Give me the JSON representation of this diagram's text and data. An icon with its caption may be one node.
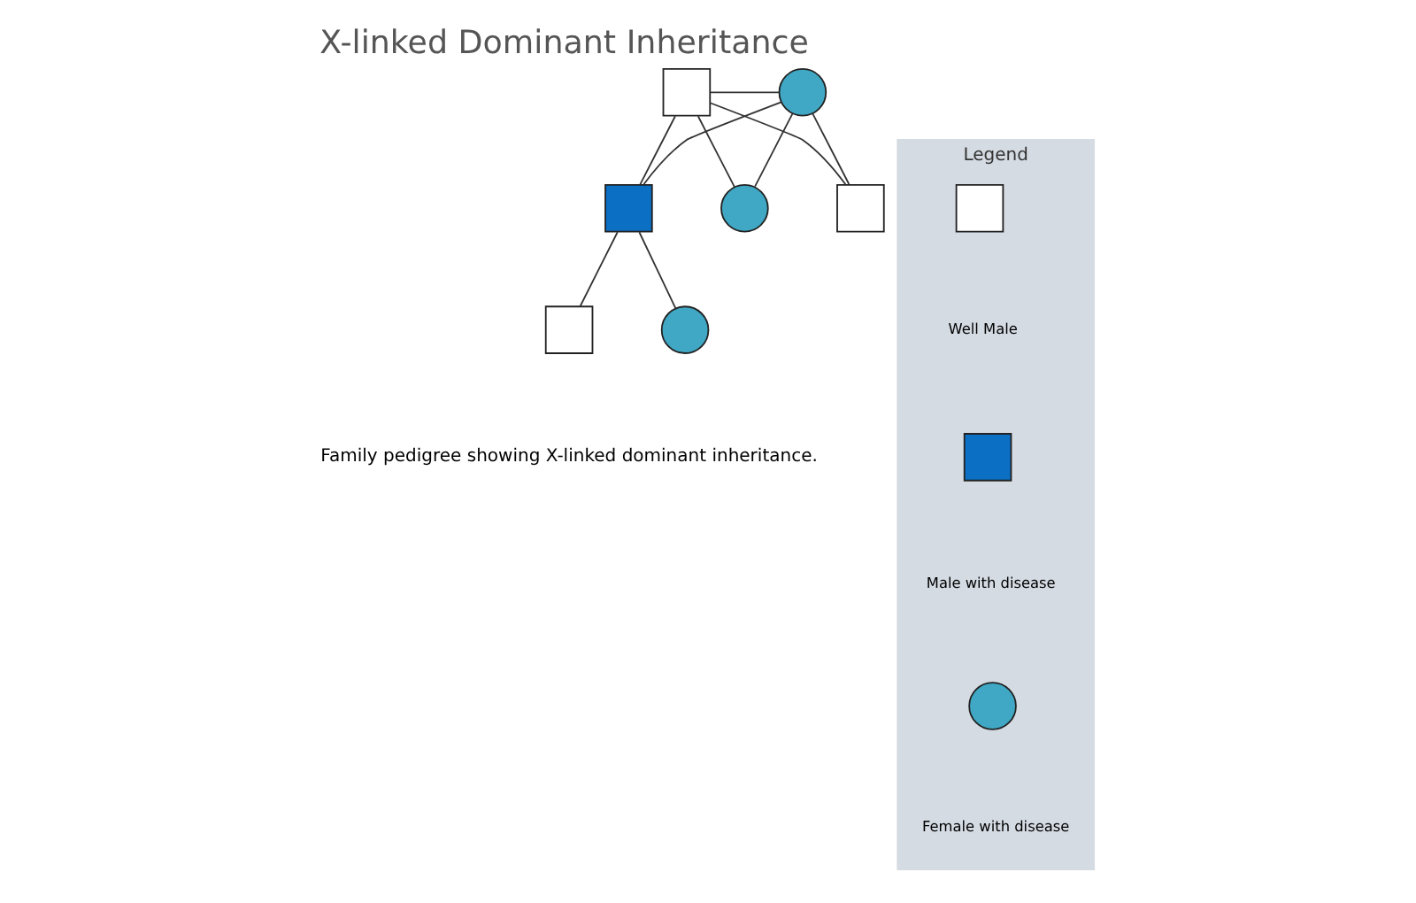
{
  "diagram": {
    "title": "X-linked Dominant Inheritance",
    "caption": "Family pedigree showing X-linked dominant inheritance.",
    "nodes": [
      {
        "text": [],
        "shape": "box"
      },
      {
        "text": [],
        "shape": "circle"
      },
      {
        "text": [],
        "shape": "box"
      },
      {
        "text": [],
        "shape": "circle"
      },
      {
        "text": [],
        "shape": "box"
      },
      {
        "text": [],
        "shape": "box"
      },
      {
        "text": [],
        "shape": "circle"
      },
      {
        "text": [
          "Legend"
        ]
      },
      {
        "text": [],
        "shape": "box",
        "in": 7
      },
      {
        "text": [],
        "shape": "box",
        "in": 7
      },
      {
        "text": [],
        "shape": "circle",
        "in": 7
      }
    ],
    "edges": [
      {
        "from": 0,
        "to": 1,
        "arrow": "none"
      },
      {
        "from": 0,
        "to": 2,
        "arrow": "none"
      },
      {
        "from": 1,
        "to": 2,
        "arrow": "none"
      },
      {
        "from": 0,
        "to": 3,
        "arrow": "none"
      },
      {
        "from": 1,
        "to": 3,
        "arrow": "none"
      },
      {
        "from": 0,
        "to": 4,
        "arrow": "none"
      },
      {
        "from": 1,
        "to": 4,
        "arrow": "none"
      },
      {
        "from": 2,
        "to": 5,
        "arrow": "none"
      },
      {
        "from": 2,
        "to": 6,
        "arrow": "none"
      }
    ],
    "legend": [
      {
        "text": "Well Male"
      },
      {
        "text": "Male with disease"
      },
      {
        "text": "Female with disease"
      }
    ]
  }
}
